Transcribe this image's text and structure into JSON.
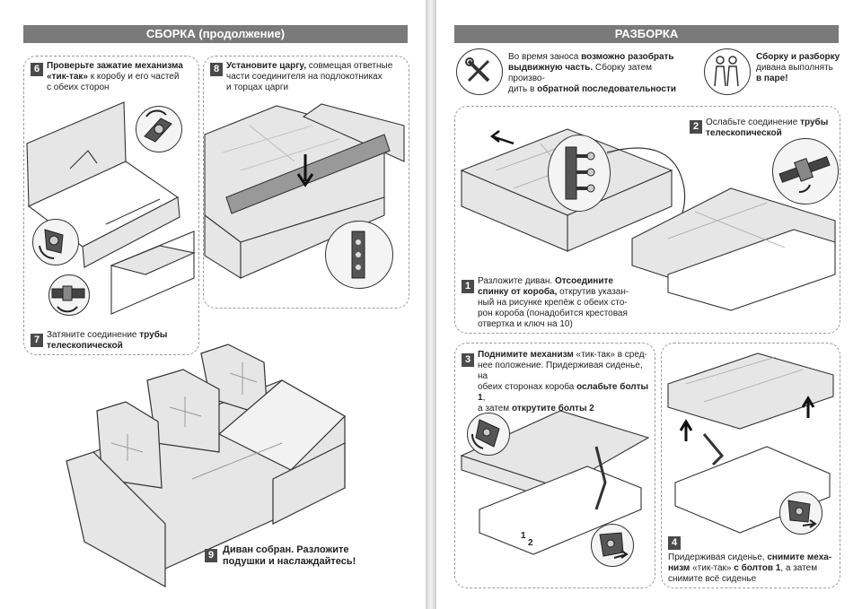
{
  "left_header": "СБОРКА (продолжение)",
  "right_header": "РАЗБОРКА",
  "steps": {
    "s6": {
      "num": "6",
      "a": "Проверьте зажатие механизма",
      "b": "«тик-так»",
      "c": " к коробу и его частей",
      "d": "с обеих сторон"
    },
    "s7": {
      "num": "7",
      "a": "Затяните соединение ",
      "b": "трубы",
      "c": "телескопической"
    },
    "s8": {
      "num": "8",
      "a": "Установите царгу,",
      "b": " совмещая ответные",
      "c": "части соединителя на подлокотниках",
      "d": "и торцах царги"
    },
    "s9": {
      "num": "9",
      "a": "Диван собран. Разложите",
      "b": "подушки и наслаждайтесь!"
    },
    "r1": {
      "num": "1",
      "a": "Разложите диван. ",
      "b": "Отсоедините",
      "c": "спинку от короба,",
      "d": " открутив указан-",
      "e": "ный на рисунке крепёж с обеих сто-",
      "f": "рон короба (понадобится крестовая",
      "g": "отвертка и ключ на 10)"
    },
    "r2": {
      "num": "2",
      "a": "Ослабьте соединение ",
      "b": "трубы",
      "c": "телескопической"
    },
    "r3": {
      "num": "3",
      "a": "Поднимите механизм",
      "b": " «тик-так» в сред-",
      "c": "нее положение. Придерживая сиденье, на",
      "d": "обеих сторонах короба ",
      "e": "ослабьте болты 1",
      "f": ",",
      "g": "а затем ",
      "h": "открутите болты 2"
    },
    "r4": {
      "num": "4",
      "a": "Придерживая сиденье, ",
      "b": "снимите меха-",
      "c": "низм",
      "d": " «тик-так» ",
      "e": "с болтов 1",
      "f": ", а затем",
      "g": "снимите всё сиденье"
    }
  },
  "notes": {
    "warn": {
      "a": "Во время заноса ",
      "b": "возможно разобрать",
      "c": "выдвижную часть.",
      "d": " Сборку затем произво-",
      "e": "дить в ",
      "f": "обратной последовательности"
    },
    "pair": {
      "a": "Сборку и разборку",
      "b": "дивана выполнять",
      "c": "в паре!"
    }
  },
  "icons": [
    "tools-icon",
    "two-people-icon"
  ],
  "callout_labels": {
    "bolt1": "1",
    "bolt2": "2"
  },
  "colors": {
    "header_bg": "#7a7a7a",
    "badge_bg": "#4a4a4a",
    "line_art": "#333333",
    "fill_grey": "#e6e6e6"
  }
}
